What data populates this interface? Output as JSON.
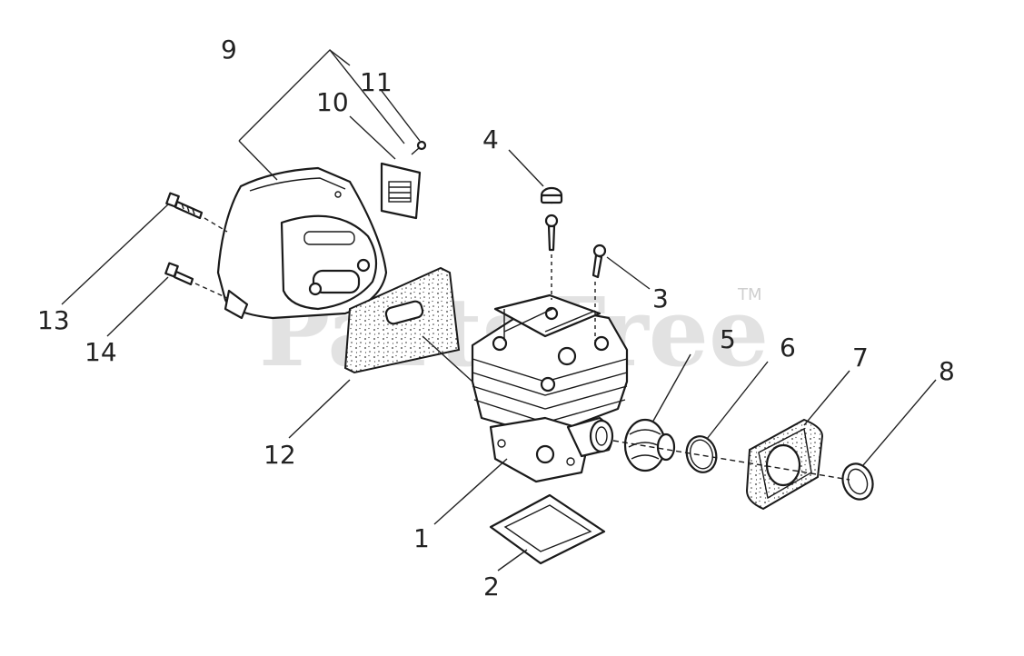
{
  "watermark": {
    "text": "PartsTree",
    "trademark": "TM"
  },
  "callouts": {
    "c1": "1",
    "c2": "2",
    "c3": "3",
    "c4": "4",
    "c5": "5",
    "c6": "6",
    "c7": "7",
    "c8": "8",
    "c9": "9",
    "c10": "10",
    "c11": "11",
    "c12": "12",
    "c13": "13",
    "c14": "14"
  },
  "colors": {
    "line": "#1a1a1a",
    "watermark": "#d9d9d9",
    "background": "#ffffff"
  }
}
